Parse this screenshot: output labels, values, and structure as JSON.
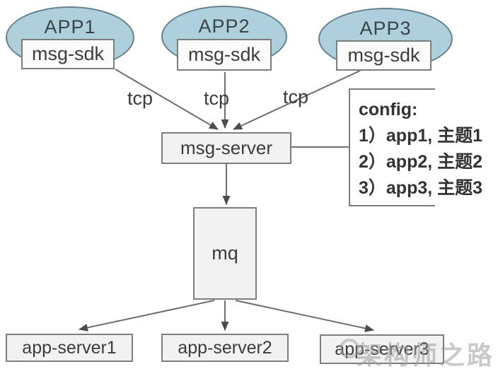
{
  "apps": [
    {
      "label": "APP1",
      "sdk_label": "msg-sdk"
    },
    {
      "label": "APP2",
      "sdk_label": "msg-sdk"
    },
    {
      "label": "APP3",
      "sdk_label": "msg-sdk"
    }
  ],
  "tcp_labels": [
    "tcp",
    "tcp",
    "tcp"
  ],
  "msg_server_label": "msg-server",
  "config": {
    "title": "config:",
    "lines": [
      "1）app1, 主题1",
      "2）app2, 主题2",
      "3）app3, 主题3"
    ]
  },
  "mq_label": "mq",
  "app_servers": [
    "app-server1",
    "app-server2",
    "app-server3"
  ],
  "watermark": "架构师之路",
  "colors": {
    "ellipse-fill": "#aecfdc",
    "ellipse-border": "#64808d",
    "box-fill": "#f2f2f2",
    "sdk-fill": "#fbfbfb",
    "box-border": "#7d7d7d",
    "line": "#6e6e6e",
    "arrow": "#4b4b4b",
    "text": "#3c3c3c",
    "watermark": "#9e9e9e"
  }
}
